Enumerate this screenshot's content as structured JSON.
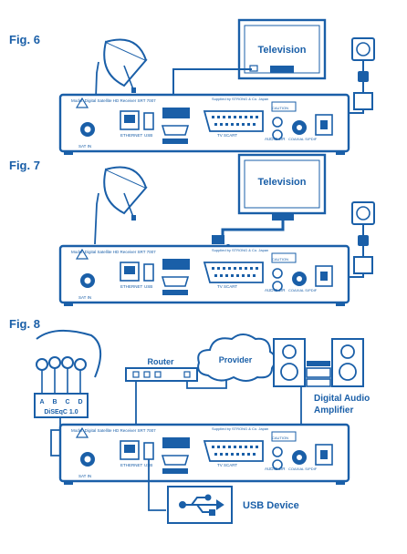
{
  "accent": "#1a5fa8",
  "figures": [
    {
      "label": "Fig. 6",
      "tv_label": "Television",
      "receiver": {
        "model": "Model: Digital Satellite HD Receiver SRT 7007",
        "supplier": "Supplied by STRONG & Co. Japan",
        "ports": {
          "ethernet": "ETHERNET",
          "usb": "USB",
          "scart": "TV SCART",
          "audio": "AUDIO L/R",
          "coax": "COAXIAL S/PDIF",
          "sat_in": "SAT IN",
          "caution": "CAUTION"
        }
      }
    },
    {
      "label": "Fig. 7",
      "tv_label": "Television",
      "receiver": {
        "model": "Model: Digital Satellite HD Receiver SRT 7007",
        "supplier": "Supplied by STRONG & Co. Japan",
        "ports": {
          "ethernet": "ETHERNET",
          "usb": "USB",
          "scart": "TV SCART",
          "audio": "AUDIO L/R",
          "coax": "COAXIAL S/PDIF",
          "sat_in": "SAT IN",
          "caution": "CAUTION"
        }
      }
    },
    {
      "label": "Fig. 8",
      "router_label": "Router",
      "provider_label": "Provider",
      "amp_label": [
        "Digital Audio",
        "Amplifier"
      ],
      "usb_device_label": "USB Device",
      "diseqc": {
        "ports": [
          "A",
          "B",
          "C",
          "D"
        ],
        "label": "DiSEqC 1.0"
      },
      "receiver": {
        "model": "Model: Digital Satellite HD Receiver SRT 7007",
        "supplier": "Supplied by STRONG & Co. Japan",
        "ports": {
          "ethernet": "ETHERNET",
          "usb": "USB",
          "scart": "TV SCART",
          "audio": "AUDIO L/R",
          "coax": "COAXIAL S/PDIF",
          "sat_in": "SAT IN",
          "caution": "CAUTION"
        }
      }
    }
  ]
}
